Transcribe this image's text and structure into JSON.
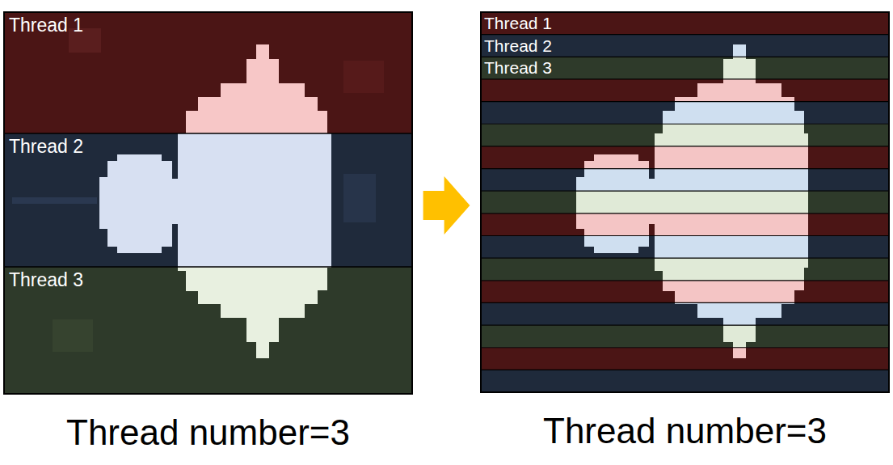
{
  "diagram": {
    "nodes": [
      {
        "text": [
          "Thread number=3"
        ]
      },
      {
        "text": [
          "Thread 1"
        ],
        "in": 0
      },
      {
        "text": [
          "Thread 2"
        ],
        "in": 0
      },
      {
        "text": [
          "Thread 3"
        ],
        "in": 0
      },
      {
        "text": [
          "Thread number=3"
        ]
      },
      {
        "text": [
          "Thread 1"
        ],
        "in": 4
      },
      {
        "text": [
          "Thread 2"
        ],
        "in": 4
      },
      {
        "text": [
          "Thread 3"
        ],
        "in": 4
      }
    ],
    "edges": [
      {
        "from": 0,
        "to": 4,
        "arrow": "to"
      }
    ]
  }
}
